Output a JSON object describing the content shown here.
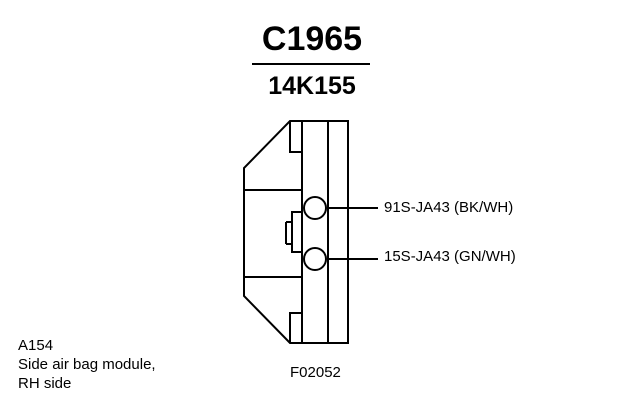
{
  "connector": {
    "id": "C1965",
    "part_number": "14K155"
  },
  "pins": [
    {
      "circuit": "91S-JA43 (BK/WH)"
    },
    {
      "circuit": "15S-JA43 (GN/WH)"
    }
  ],
  "component": {
    "code": "A154",
    "description_line1": "Side air bag module,",
    "description_line2": "RH side"
  },
  "figure_code": "F02052"
}
